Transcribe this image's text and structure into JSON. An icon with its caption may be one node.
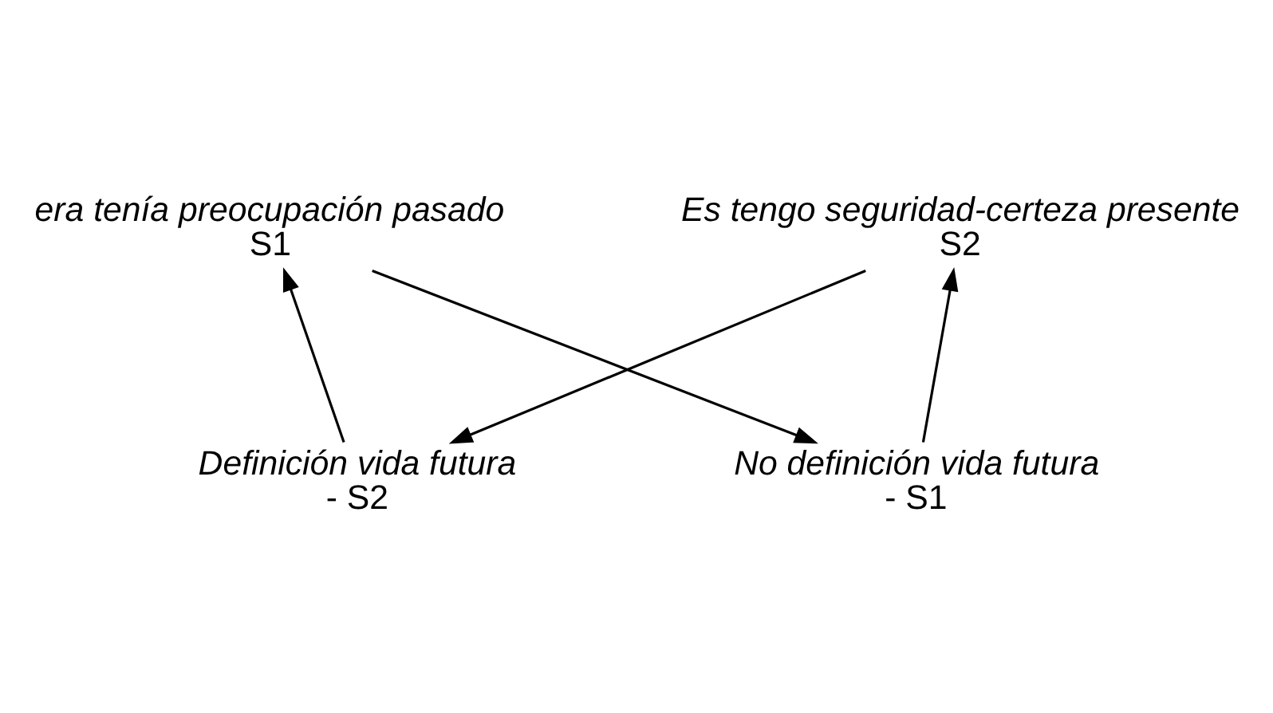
{
  "diagram": {
    "nodes": [
      {
        "text": [
          "era tenía preocupación pasado",
          "S1"
        ]
      },
      {
        "text": [
          "Es tengo seguridad-certeza presente",
          "S2"
        ]
      },
      {
        "text": [
          "Definición vida futura",
          "- S2"
        ]
      },
      {
        "text": [
          "No definición vida futura",
          "- S1"
        ]
      }
    ],
    "edges": [
      {
        "from": 2,
        "to": 0,
        "arrow": "to"
      },
      {
        "from": 0,
        "to": 3,
        "arrow": "to"
      },
      {
        "from": 3,
        "to": 1,
        "arrow": "to"
      },
      {
        "from": 1,
        "to": 2,
        "arrow": "to"
      }
    ]
  }
}
